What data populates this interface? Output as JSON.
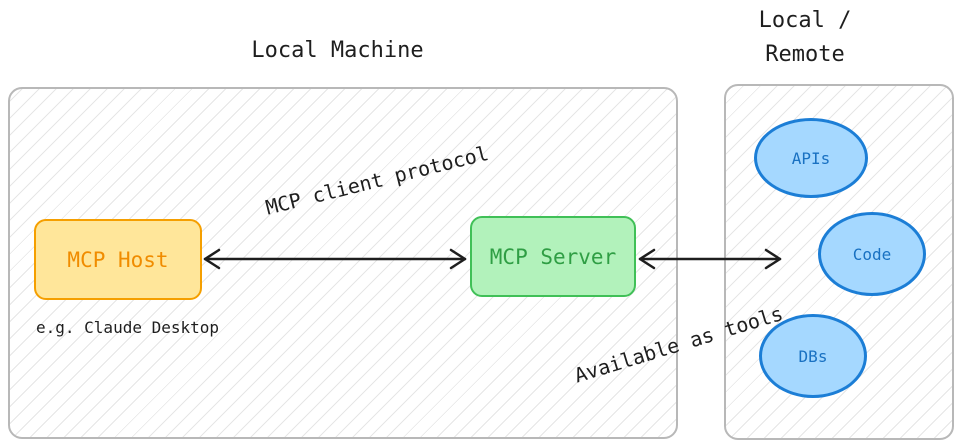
{
  "regions": {
    "local_title": "Local Machine",
    "remote_title_line1": "Local /",
    "remote_title_line2": "Remote"
  },
  "nodes": {
    "host": "MCP Host",
    "host_caption": "e.g. Claude Desktop",
    "server": "MCP Server",
    "apis": "APIs",
    "code": "Code",
    "dbs": "DBs"
  },
  "edges": {
    "host_server_label": "MCP client protocol",
    "server_resources_label": "Available as tools"
  },
  "colors": {
    "host_fill": "#ffe69a",
    "host_stroke": "#f59f00",
    "server_fill": "#b2f2bb",
    "server_stroke": "#40c057",
    "resource_fill": "#a5d8ff",
    "resource_stroke": "#1c7ed6",
    "arrow": "#1e1e1e"
  }
}
